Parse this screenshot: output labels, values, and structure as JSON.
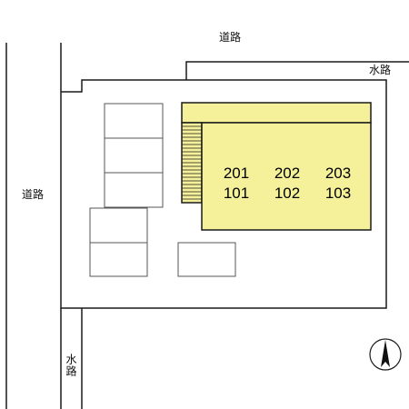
{
  "labels": {
    "road_top": "道路",
    "road_left": "道路",
    "waterway_right": "水路",
    "waterway_bottom": "水路"
  },
  "building": {
    "floors": [
      {
        "units": [
          "201",
          "202",
          "203"
        ]
      },
      {
        "units": [
          "101",
          "102",
          "103"
        ]
      }
    ]
  },
  "compass": {
    "icon": "north-arrow-icon"
  },
  "colors": {
    "building_fill": "#F5F19A",
    "line": "#1a1a1a",
    "background": "#ffffff"
  }
}
